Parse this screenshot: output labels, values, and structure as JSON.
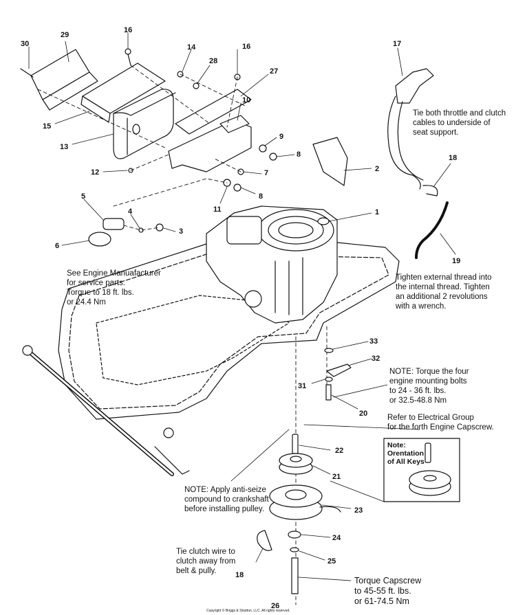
{
  "callouts": [
    "30",
    "29",
    "16",
    "14",
    "28",
    "16",
    "27",
    "15",
    "10",
    "13",
    "9",
    "8",
    "2",
    "12",
    "7",
    "17",
    "18",
    "5",
    "4",
    "3",
    "8",
    "11",
    "1",
    "6",
    "19",
    "33",
    "32",
    "31",
    "20",
    "22",
    "21",
    "23",
    "24",
    "25",
    "18",
    "26"
  ],
  "notes": {
    "seat": [
      "Tie both throttle and clutch",
      "cables to underside of",
      "seat support."
    ],
    "engine": [
      "See Engine Manuafacturer",
      "for service parts.",
      "Torque to 18 ft. lbs.",
      "or 24.4 Nm"
    ],
    "thread": [
      "Tighten external thread into",
      "the internal thread. Tighten",
      "an additional 2 revolutions",
      "with a wrench."
    ],
    "mounting": [
      "NOTE: Torque the four",
      "engine mounting bolts",
      "to 24 - 36 ft. lbs.",
      "or 32.5-48.8 Nm"
    ],
    "electrical": [
      "Refer to Electrical Group",
      "for the forth Engine Capscrew."
    ],
    "antiseize": [
      "NOTE: Apply anti-seize",
      "compound to crankshaft",
      "before installing pulley."
    ],
    "clutchwire": [
      "Tie clutch wire to",
      "clutch away from",
      "belt & pully."
    ],
    "capscrew": [
      "Torque Capscrew",
      "to 45-55 ft. lbs.",
      "or 61-74.5 Nm"
    ]
  },
  "keybox": {
    "line1": "Note:",
    "line2": "Orentation",
    "line3": "of All Keys"
  },
  "copyright": "Copyright © Briggs & Stratton, LLC. All rights reserved."
}
